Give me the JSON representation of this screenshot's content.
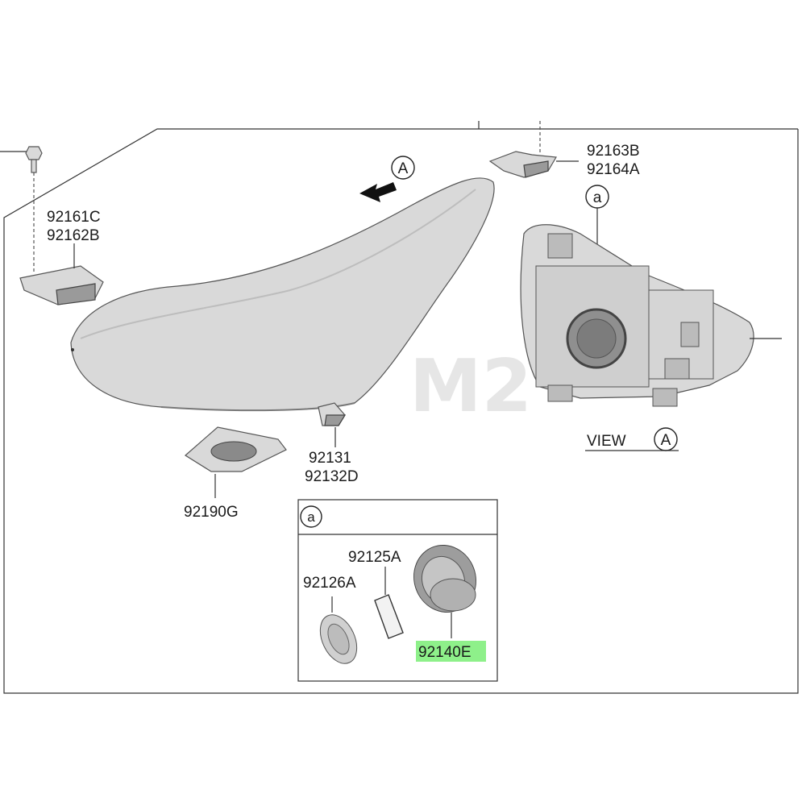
{
  "colors": {
    "highlight": "#8ef08a",
    "line": "#333333",
    "part_fill": "#d9d9d9",
    "part_shadow": "#9a9a9a"
  },
  "watermark": "M2",
  "view_label": "VIEW",
  "markers": {
    "A": "A",
    "a": "a"
  },
  "parts": {
    "bracket_left": [
      "92161C",
      "92162B"
    ],
    "bracket_right": [
      "92163B",
      "92164A"
    ],
    "clip": [
      "92131",
      "92132D"
    ],
    "bracket_bottom": "92190G",
    "gasket": "92125A",
    "lamp_cap": "92126A",
    "dust_cover": "92140E"
  },
  "highlighted_part": "92140E"
}
